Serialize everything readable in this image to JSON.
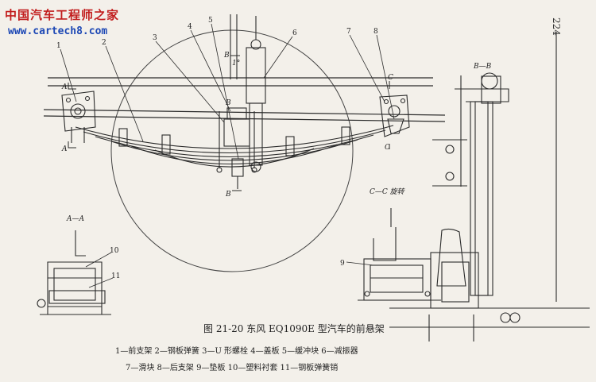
{
  "watermark": {
    "site_name_cn": "中国汽车工程师之家",
    "url": "www.cartech8.com"
  },
  "page_number": "224",
  "figure": {
    "caption": "图 21-20 东风 EQ1090E 型汽车的前悬架",
    "legend_line1": "1—前支架 2—钢板弹簧 3—U 形螺栓 4—盖板 5—缓冲块 6—减振器",
    "legend_line2": "7—滑块 8—后支架 9—垫板 10—塑料衬套 11—钢板弹簧销"
  },
  "part_numbers": [
    "1",
    "2",
    "3",
    "4",
    "5",
    "6",
    "7",
    "8",
    "9",
    "10",
    "11"
  ],
  "section_labels": {
    "aa": "A—A",
    "bb": "B—B",
    "cc": "C—C 旋转",
    "a": "A",
    "b": "B",
    "c": "C",
    "i": "1°"
  }
}
